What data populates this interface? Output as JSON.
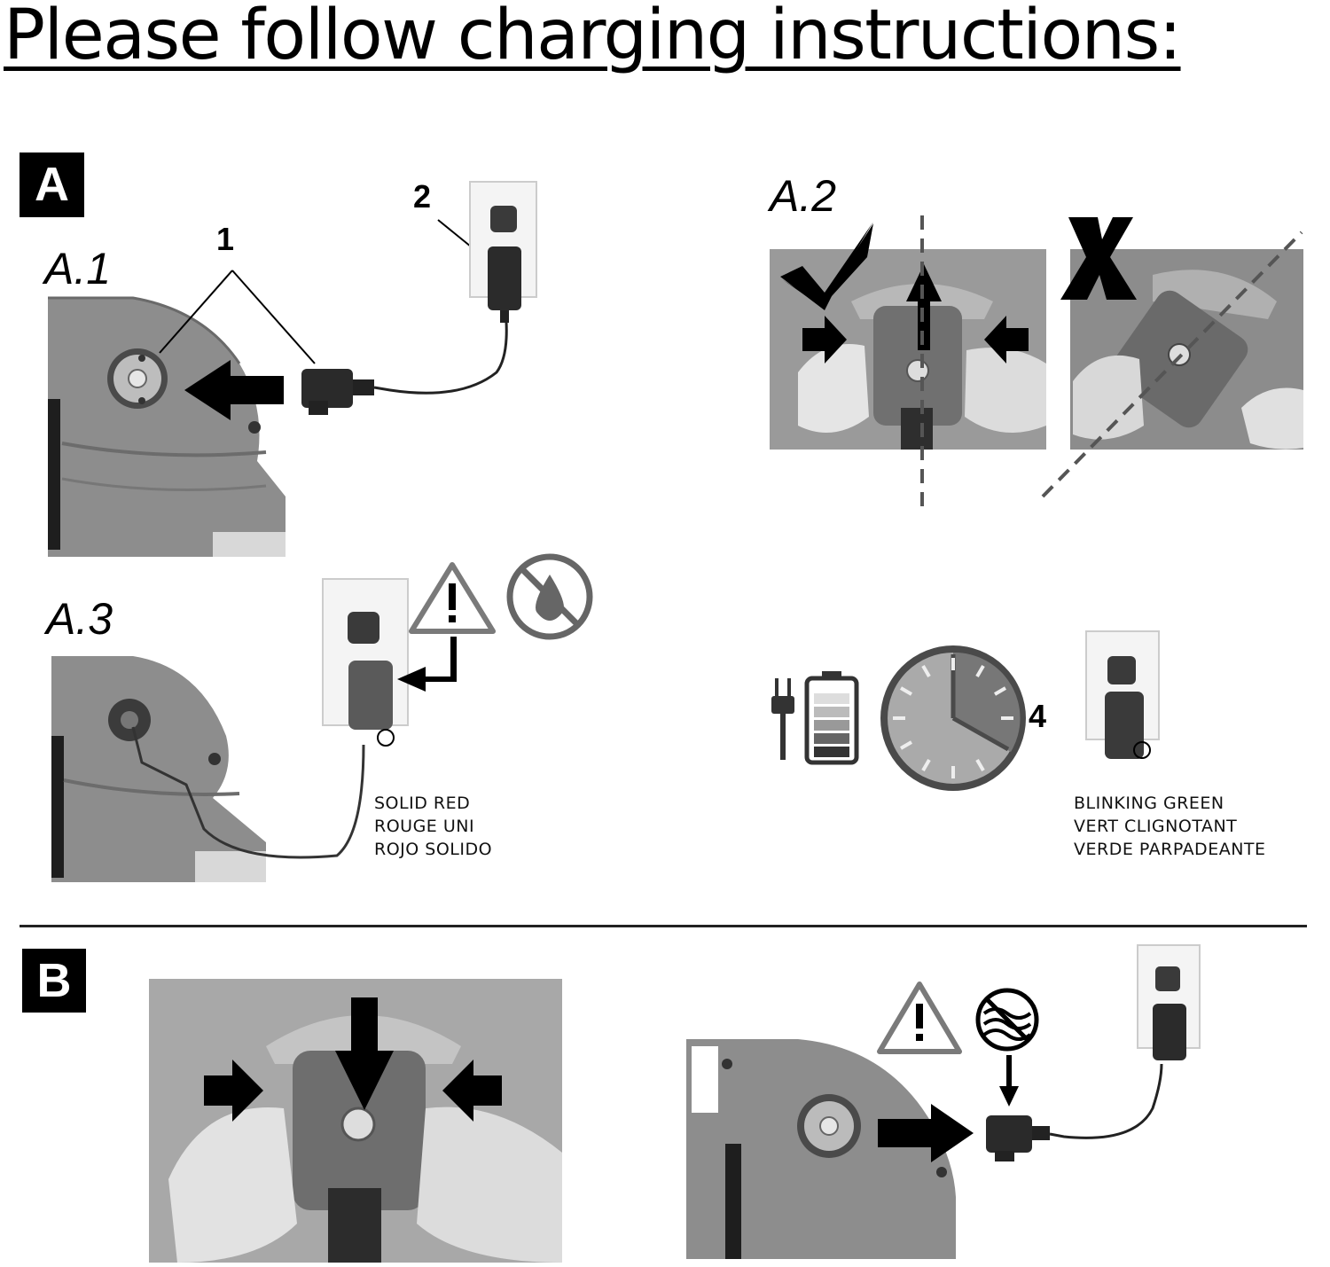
{
  "title": "Please follow charging instructions:",
  "section_a": {
    "badge": "A",
    "step_a1": {
      "label": "A.1",
      "callout_1": "1",
      "callout_2": "2"
    },
    "step_a2": {
      "label": "A.2"
    },
    "step_a3": {
      "label": "A.3",
      "status_lines": [
        "SOLID RED",
        "ROUGE UNI",
        "ROJO SOLIDO"
      ]
    },
    "step_a4": {
      "hours": "4",
      "status_lines": [
        "BLINKING GREEN",
        "VERT CLIGNOTANT",
        "VERDE PARPADEANTE"
      ]
    }
  },
  "section_b": {
    "badge": "B"
  },
  "icons": [
    "warning-icon",
    "no-water-icon",
    "checkmark-icon",
    "x-mark-icon",
    "plug-icon",
    "battery-icon",
    "clock-icon",
    "wall-outlet-icon",
    "charger-adapter-icon",
    "no-submerge-icon",
    "arrow-icon"
  ],
  "colors": {
    "ink": "#000000",
    "photo_gray": "#8a8a8a",
    "background": "#ffffff"
  }
}
